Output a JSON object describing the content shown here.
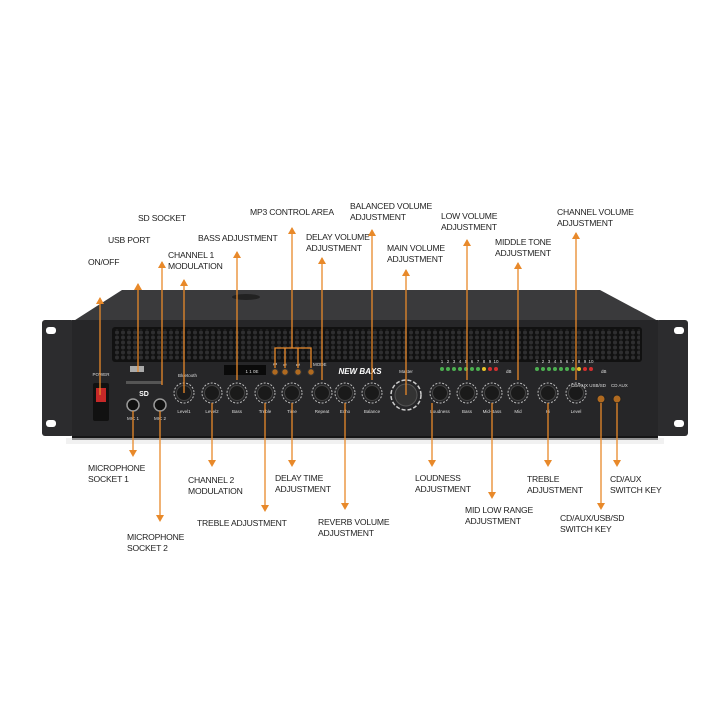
{
  "device": {
    "brand": "NEW BAXS",
    "power_label": "POWER",
    "bluetooth_label": "Bluetooth",
    "sd_logo": "SD",
    "master_label": "Master",
    "mic_labels": [
      "MIC 1",
      "MIC 2"
    ],
    "mp3_buttons": [
      "⏮",
      "⏯",
      "⏭",
      "MODE"
    ],
    "knob_labels": [
      "Level1",
      "Level2",
      "Bass",
      "Treble",
      "Time",
      "Repeat",
      "Echo",
      "Balance",
      "Loudness",
      "Bass",
      "Mid-Bass",
      "Mid",
      "Hi",
      "Level"
    ],
    "switch_labels": [
      "CD/AUX USB/SD",
      "CD AUX"
    ],
    "display_text": "1 1 0E",
    "meter_unit": "dB",
    "meter_numbers": [
      "1",
      "2",
      "3",
      "4",
      "5",
      "6",
      "7",
      "8",
      "9",
      "10"
    ]
  },
  "callouts_top": [
    {
      "lines": [
        "ON/OFF"
      ]
    },
    {
      "lines": [
        "USB PORT"
      ]
    },
    {
      "lines": [
        "SD SOCKET"
      ]
    },
    {
      "lines": [
        "CHANNEL 1",
        "MODULATION"
      ]
    },
    {
      "lines": [
        "BASS ADJUSTMENT"
      ]
    },
    {
      "lines": [
        "MP3 CONTROL AREA"
      ]
    },
    {
      "lines": [
        "DELAY VOLUME",
        "ADJUSTMENT"
      ]
    },
    {
      "lines": [
        "BALANCED VOLUME",
        "ADJUSTMENT"
      ]
    },
    {
      "lines": [
        "MAIN VOLUME",
        "ADJUSTMENT"
      ]
    },
    {
      "lines": [
        "LOW VOLUME",
        "ADJUSTMENT"
      ]
    },
    {
      "lines": [
        "MIDDLE TONE",
        "ADJUSTMENT"
      ]
    },
    {
      "lines": [
        "CHANNEL VOLUME",
        "ADJUSTMENT"
      ]
    }
  ],
  "callouts_bottom": [
    {
      "lines": [
        "MICROPHONE",
        "SOCKET 1"
      ]
    },
    {
      "lines": [
        "MICROPHONE",
        "SOCKET 2"
      ]
    },
    {
      "lines": [
        "CHANNEL 2",
        "MODULATION"
      ]
    },
    {
      "lines": [
        "TREBLE ADJUSTMENT"
      ]
    },
    {
      "lines": [
        "DELAY TIME",
        "ADJUSTMENT"
      ]
    },
    {
      "lines": [
        "REVERB VOLUME",
        "ADJUSTMENT"
      ]
    },
    {
      "lines": [
        "LOUDNESS",
        "ADJUSTMENT"
      ]
    },
    {
      "lines": [
        "MID LOW RANGE",
        "ADJUSTMENT"
      ]
    },
    {
      "lines": [
        "TREBLE",
        "ADJUSTMENT"
      ]
    },
    {
      "lines": [
        "CD/AUX/USB/SD",
        "SWITCH KEY"
      ]
    },
    {
      "lines": [
        "CD/AUX",
        "SWITCH KEY"
      ]
    }
  ],
  "colors": {
    "accent": "#e8892a",
    "body": "#2a2a2c",
    "panel": "#1e1e20"
  }
}
